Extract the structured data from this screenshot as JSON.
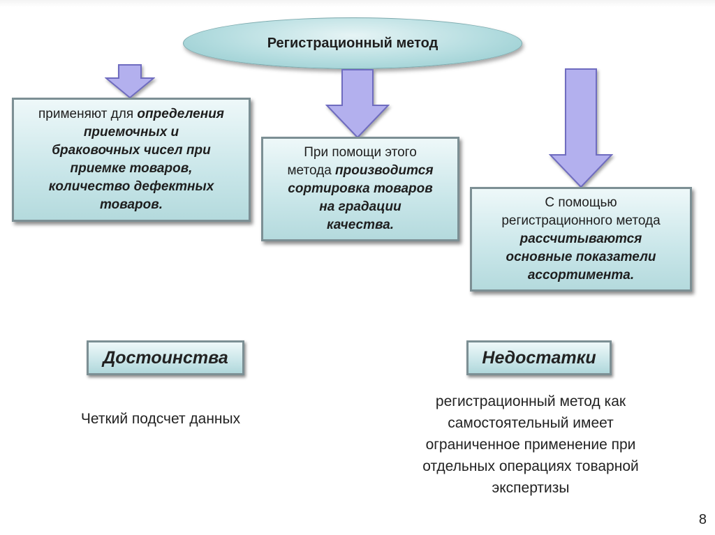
{
  "title": "Регистрационный метод",
  "left_box": {
    "lines": [
      {
        "normal": "применяют для ",
        "bold": "определения"
      },
      {
        "normal": "",
        "bold": "приемочных и"
      },
      {
        "normal": "",
        "bold": "браковочных чисел при"
      },
      {
        "normal": "",
        "bold": "приемке товаров,"
      },
      {
        "normal": "",
        "bold": "количество дефектных"
      },
      {
        "normal": "",
        "bold": "товаров."
      }
    ]
  },
  "middle_box": {
    "lines": [
      {
        "normal": "При помощи этого",
        "bold": ""
      },
      {
        "normal": "метода ",
        "bold": "производится"
      },
      {
        "normal": "",
        "bold": "сортировка товаров"
      },
      {
        "normal": "",
        "bold": "на градации"
      },
      {
        "normal": "",
        "bold": "качества."
      }
    ]
  },
  "right_box": {
    "lines": [
      {
        "normal": "С помощью",
        "bold": ""
      },
      {
        "normal": "регистрационного метода",
        "bold": ""
      },
      {
        "normal": "",
        "bold": "рассчитываются"
      },
      {
        "normal": "",
        "bold": "основные показатели"
      },
      {
        "normal": "",
        "bold": "ассортимента."
      }
    ]
  },
  "advantages": {
    "label": "Достоинства",
    "text": "Четкий подсчет данных"
  },
  "disadvantages": {
    "label": "Недостатки",
    "lines": [
      "регистрационный метод как",
      "самостоятельный имеет",
      "ограниченное применение при",
      "отдельных операциях товарной",
      "экспертизы"
    ]
  },
  "page_number": "8",
  "colors": {
    "arrow_fill": "#b3b0ee",
    "arrow_stroke": "#6f6cc0",
    "box_fill": "#c9e6e9",
    "box_border": "#7c8f94"
  }
}
